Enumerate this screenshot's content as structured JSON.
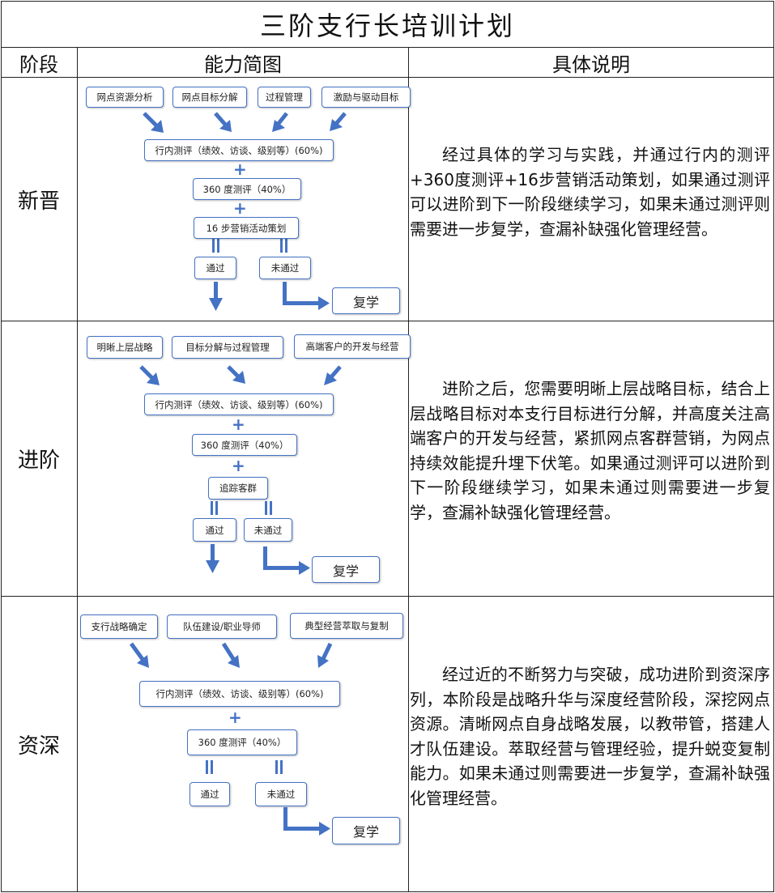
{
  "title": "三阶支行长培训计划",
  "headers": {
    "stage": "阶段",
    "chart": "能力简图",
    "desc": "具体说明"
  },
  "accent_color": "#4472C4",
  "rows": [
    {
      "stage": "新晋",
      "top_boxes": [
        "网点资源分析",
        "网点目标分解",
        "过程管理",
        "激励与驱动目标"
      ],
      "eval1": "行内测评（绩效、访谈、级别等）(60%)",
      "eval2": "360 度测评（40%）",
      "eval3": "16 步营销活动策划",
      "pass": "通过",
      "fail": "未通过",
      "retake": "复学",
      "plus": "+",
      "description": "经过具体的学习与实践，并通过行内的测评+360度测评+16步营销活动策划，如果通过测评可以进阶到下一阶段继续学习，如果未通过测评则需要进一步复学，查漏补缺强化管理经营。"
    },
    {
      "stage": "进阶",
      "top_boxes": [
        "明晰上层战略",
        "目标分解与过程管理",
        "高端客户的开发与经营"
      ],
      "eval1": "行内测评（绩效、访谈、级别等）(60%)",
      "eval2": "360 度测评（40%）",
      "eval3": "追踪客群",
      "pass": "通过",
      "fail": "未通过",
      "retake": "复学",
      "plus": "+",
      "description": "进阶之后，您需要明晰上层战略目标，结合上层战略目标对本支行目标进行分解，并高度关注高端客户的开发与经营，紧抓网点客群营销，为网点持续效能提升埋下伏笔。如果通过测评可以进阶到下一阶段继续学习，如果未通过则需要进一步复学，查漏补缺强化管理经营。"
    },
    {
      "stage": "资深",
      "top_boxes": [
        "支行战略确定",
        "队伍建设/职业导师",
        "典型经营萃取与复制"
      ],
      "eval1": "行内测评（绩效、访谈、级别等）(60%)",
      "eval2": "360 度测评（40%）",
      "pass": "通过",
      "fail": "未通过",
      "retake": "复学",
      "plus": "+",
      "description": "经过近的不断努力与突破，成功进阶到资深序列，本阶段是战略升华与深度经营阶段，深挖网点资源。清晰网点自身战略发展，以教带管，搭建人才队伍建设。萃取经营与管理经验，提升蜕变复制能力。如果未通过则需要进一步复学，查漏补缺强化管理经营。"
    }
  ]
}
